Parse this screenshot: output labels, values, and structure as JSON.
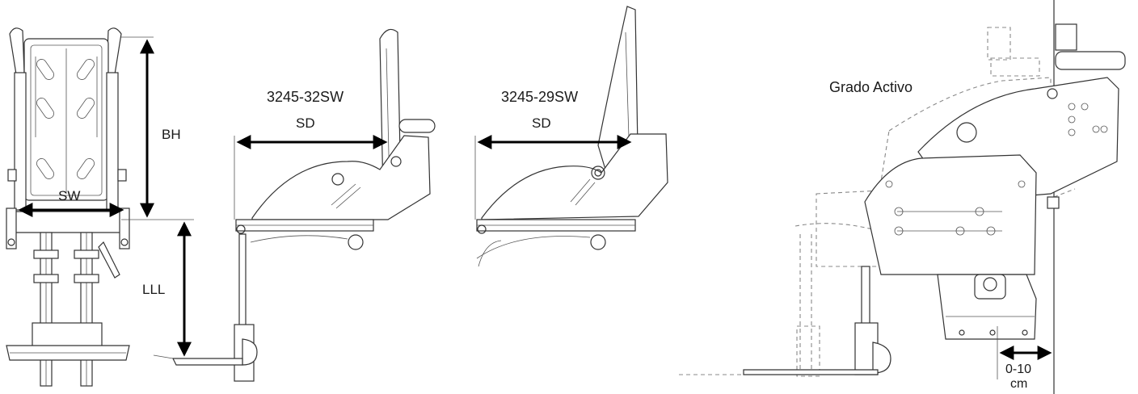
{
  "front_view": {
    "labels": {
      "back_height": "BH",
      "seat_width": "SW",
      "lower_leg_length": "LLL"
    }
  },
  "side_view_1": {
    "model": "3245-32SW",
    "seat_depth": "SD"
  },
  "side_view_2": {
    "model": "3245-29SW",
    "seat_depth": "SD"
  },
  "grado_view": {
    "title": "Grado Activo",
    "range": "0-10",
    "unit": "cm"
  }
}
